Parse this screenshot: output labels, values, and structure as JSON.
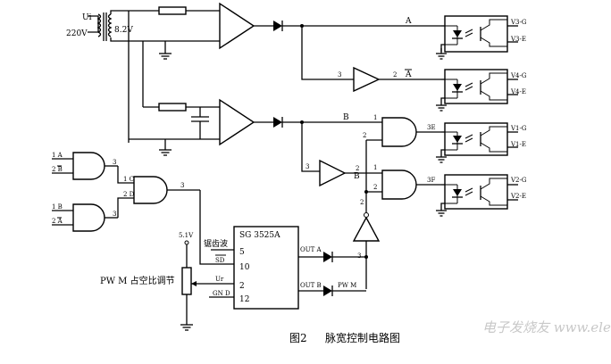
{
  "input": {
    "ui_label": "Ui",
    "voltage": "220V",
    "secondary": "8.2V"
  },
  "nets": {
    "a": "A",
    "a_bar": "A",
    "b": "B",
    "b_bar": "B"
  },
  "opto": [
    {
      "top": "V3-G",
      "bot": "V3-E"
    },
    {
      "top": "V4-G",
      "bot": "V4-E"
    },
    {
      "top": "V1-G",
      "bot": "V1-E"
    },
    {
      "top": "V2-G",
      "bot": "V2-E"
    }
  ],
  "gate_pins": {
    "inv_a_in": "3",
    "inv_a_out": "2",
    "nand_e_in1": "1",
    "nand_e_in2": "2",
    "nand_e_out": "3E",
    "inv_b_in": "3",
    "inv_b_out": "2",
    "nand_f_in1": "1",
    "nand_f_in2": "2",
    "nand_f_out": "3F",
    "bot_inv_in": "3",
    "bot_inv_out": "2"
  },
  "logic": {
    "nand1_in1": "1 A",
    "nand1_in2": "2 B",
    "nand1_out": "3",
    "nand2_in1": "1 B",
    "nand2_in2": "2 A",
    "nand2_out": "3",
    "nand3_in1": "1 C",
    "nand3_in2": "2 D",
    "nand3_out": "3"
  },
  "ic": {
    "name": "SG 3525A",
    "pin_saw": "5",
    "saw_label": "锯齿波",
    "pin_sd": "10",
    "sd_label": "SD",
    "pin_ur": "2",
    "ur_label": "Ur",
    "pin_gnd": "12",
    "gnd_label": "GN D",
    "out_a": "OUT A",
    "out_b": "OUT B",
    "pwm_label": "PW M"
  },
  "supply": {
    "v51": "5.1V"
  },
  "pwm_adjust": "PW M 占空比调节",
  "caption": {
    "fig": "图2",
    "title": "脉宽控制电路图"
  },
  "watermark": "电子发烧友  www.elecfans.com"
}
